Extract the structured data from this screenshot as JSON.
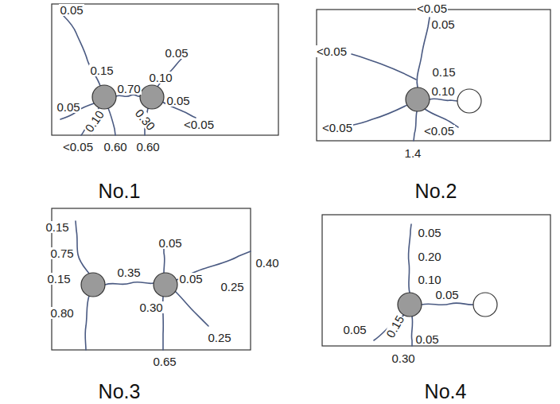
{
  "diagram": {
    "labels": [
      "0.05",
      "0.15",
      "0.70",
      "0.05",
      "0.10",
      "0.05",
      "0.10",
      "0.30",
      "0.05",
      "<0.05",
      "<0.05",
      "0.60",
      "0.60",
      "No.1",
      "<0.05",
      "0.05",
      "<0.05",
      "0.15",
      "0.10",
      "<0.05",
      "<0.05",
      "1.4",
      "No.2",
      "0.15",
      "0.75",
      "0.15",
      "0.05",
      "0.40",
      "0.35",
      "0.25",
      "0.05",
      "0.80",
      "0.30",
      "0.25",
      "0.65",
      "No.3",
      "0.05",
      "0.20",
      "0.10",
      "0.05",
      "0.05",
      "0.15",
      "0.05",
      "0.30",
      "No.4"
    ]
  }
}
